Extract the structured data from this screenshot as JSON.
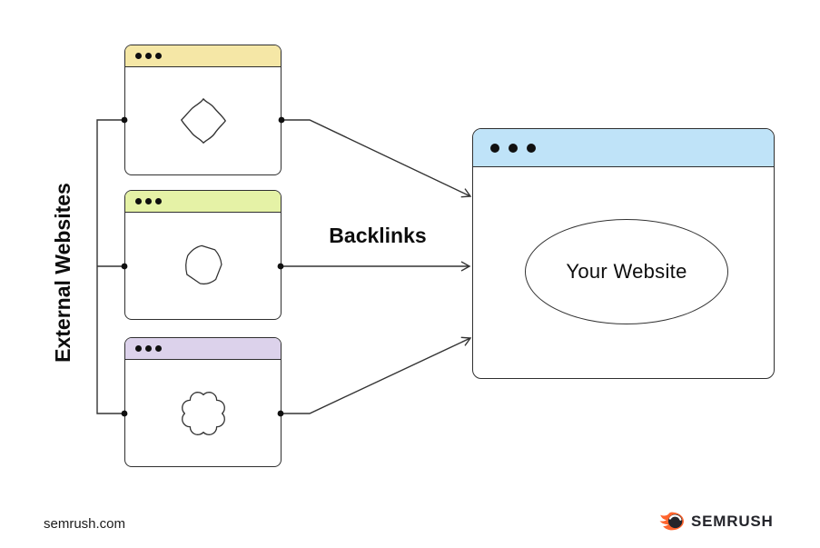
{
  "diagram": {
    "external_label": "External Websites",
    "backlinks_label": "Backlinks",
    "your_website": {
      "label": "Your Website",
      "header_color": "#BFE3F8"
    },
    "external_windows": [
      {
        "shape_icon": "wavy-diamond-icon",
        "header_color": "#F5E7A6"
      },
      {
        "shape_icon": "wavy-hexagon-icon",
        "header_color": "#E5F2A6"
      },
      {
        "shape_icon": "scalloped-circle-icon",
        "header_color": "#DCD2EB"
      }
    ],
    "line_color": "#333333",
    "window_controls_icon": "three-dots"
  },
  "footer": {
    "site_text": "semrush.com",
    "brand_name": "SEMRUSH",
    "brand_icon": "semrush-flame-icon",
    "brand_orange": "#FF642D",
    "brand_dark": "#24252B"
  }
}
